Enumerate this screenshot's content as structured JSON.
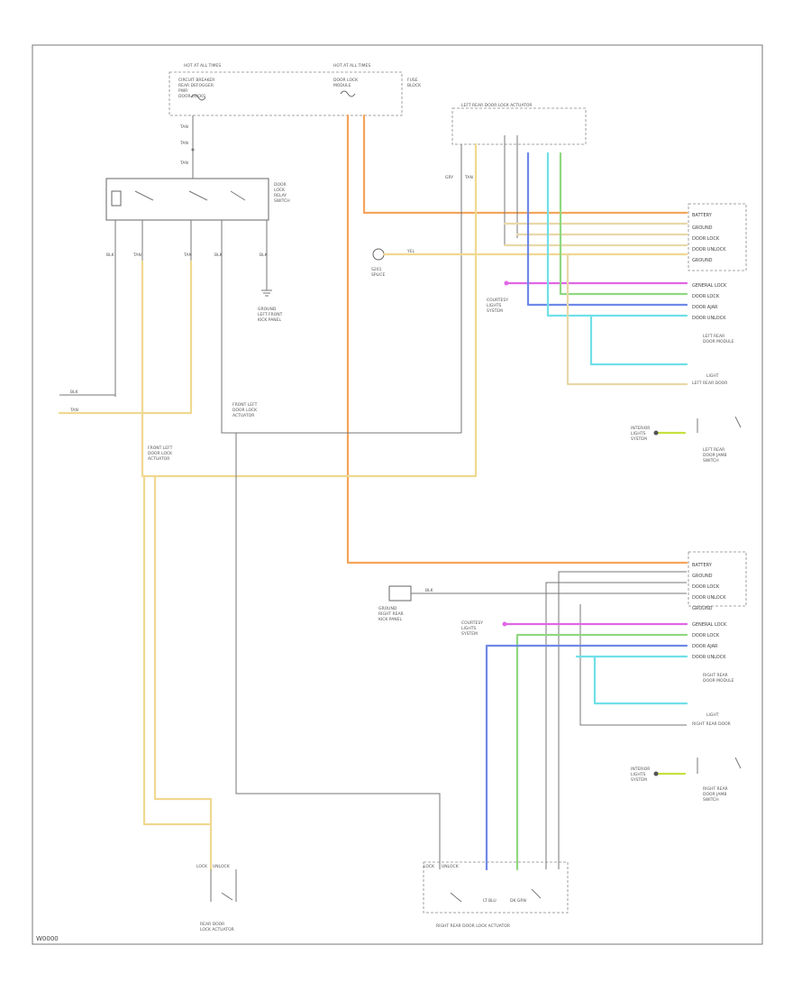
{
  "page_code": "W0000",
  "colors": {
    "orange": "#f5a45c",
    "yellow": "#f0d890",
    "tan": "#e8d8a8",
    "gray": "#bdbdbd",
    "dark": "#777777",
    "pink": "#e066e6",
    "green": "#8fd880",
    "blue": "#6e88e8",
    "teal": "#6fe0e8",
    "lime": "#c8e040"
  },
  "top_labels": {
    "hot_left": "HOT AT ALL TIMES",
    "hot_left_box": [
      "CIRCUIT BREAKER",
      "REAR DEFOGGER",
      "PWR",
      "DOOR LOCKS"
    ],
    "hot_right": "HOT AT ALL TIMES",
    "hot_right_box": [
      "DOOR LOCK",
      "MODULE"
    ],
    "fuse_block": [
      "FUSE",
      "BLOCK"
    ]
  },
  "actuator_top": "LEFT REAR DOOR LOCK ACTUATOR",
  "switch_label": [
    "DOOR",
    "LOCK",
    "RELAY",
    "SWITCH"
  ],
  "ground_label": [
    "GROUND",
    "LEFT FRONT",
    "KICK PANEL"
  ],
  "splice_label": [
    "S201",
    "SPLICE"
  ],
  "center_note": [
    "FRONT LEFT",
    "DOOR LOCK",
    "ACTUATOR"
  ],
  "left_note": [
    "FRONT LEFT",
    "DOOR LOCK",
    "ACTUATOR"
  ],
  "wire_codes": {
    "blk": "BLK",
    "tan": "TAN",
    "yel": "YEL",
    "gry": "GRY",
    "lt_blu": "LT BLU",
    "dk_grn": "DK GRN"
  },
  "left_rear_module": {
    "title": [
      "LEFT REAR",
      "DOOR MODULE"
    ],
    "rows": [
      "BATTERY",
      "GROUND",
      "DOOR LOCK",
      "DOOR UNLOCK",
      "GROUND"
    ],
    "rows2": [
      "GENERAL LOCK",
      "DOOR LOCK",
      "DOOR AJAR",
      "DOOR UNLOCK"
    ]
  },
  "right_rear_module": {
    "title": [
      "RIGHT REAR",
      "DOOR MODULE"
    ],
    "rows": [
      "BATTERY",
      "GROUND",
      "DOOR LOCK",
      "DOOR UNLOCK",
      "GROUND"
    ],
    "rows2": [
      "GENERAL LOCK",
      "DOOR LOCK",
      "DOOR AJAR",
      "DOOR UNLOCK"
    ]
  },
  "lights": {
    "left": [
      "LIGHT",
      "LEFT REAR DOOR"
    ],
    "right": [
      "LIGHT",
      "RIGHT REAR DOOR"
    ]
  },
  "jamb_left": [
    "LEFT REAR",
    "DOOR JAMB",
    "SWITCH"
  ],
  "jamb_right": [
    "RIGHT REAR",
    "DOOR JAMB",
    "SWITCH"
  ],
  "interior_left": [
    "INTERIOR",
    "LIGHTS",
    "SYSTEM"
  ],
  "interior_right": [
    "INTERIOR",
    "LIGHTS",
    "SYSTEM"
  ],
  "courtesy_left": [
    "COURTESY",
    "LIGHTS",
    "SYSTEM"
  ],
  "courtesy_right": [
    "COURTESY",
    "LIGHTS",
    "SYSTEM"
  ],
  "bottom_left_label": [
    "REAR DOOR",
    "LOCK ACTUATOR"
  ],
  "bottom_right_label": "RIGHT REAR DOOR LOCK ACTUATOR",
  "bottom_actuator_left": [
    "LOCK",
    "UNLOCK"
  ],
  "bottom_actuator_right": [
    "LOCK",
    "UNLOCK"
  ],
  "mid_connector": [
    "GROUND",
    "RIGHT REAR",
    "KICK PANEL"
  ]
}
